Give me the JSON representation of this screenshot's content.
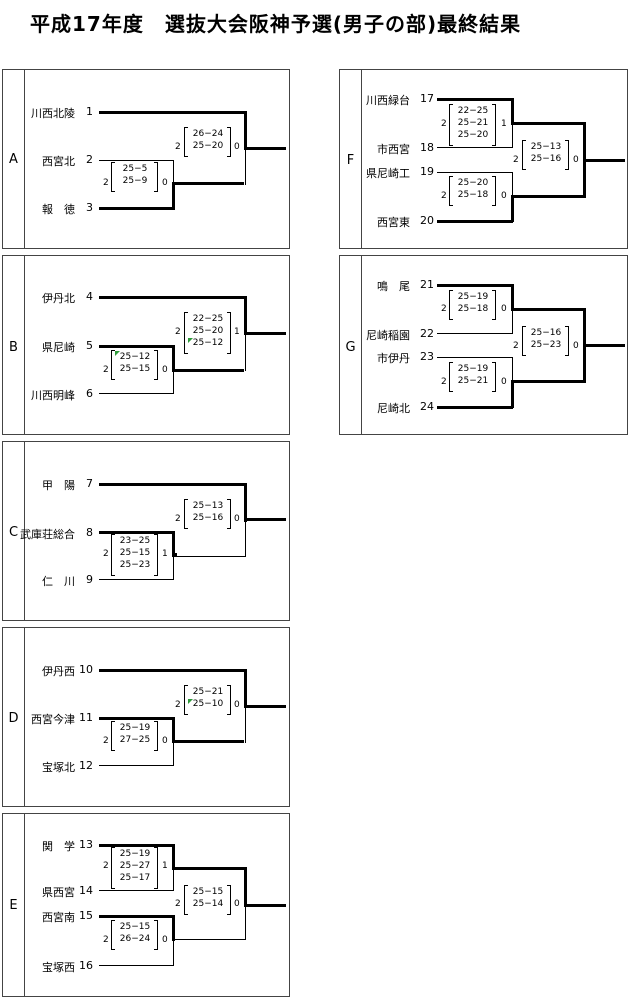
{
  "title": "平成17年度　選抜大会阪神予選(男子の部)最終結果",
  "blocks": {
    "A": {
      "letter": "A",
      "teams": [
        {
          "name": "川西北陵",
          "seed": "1"
        },
        {
          "name": "西宮北",
          "seed": "2"
        },
        {
          "name": "報　徳",
          "seed": "3"
        }
      ],
      "match1": {
        "lscore": "2",
        "scores": [
          "25−5",
          "25−9"
        ],
        "rscore": "0"
      },
      "match2": {
        "lscore": "2",
        "scores": [
          "26−24",
          "25−20"
        ],
        "rscore": "0"
      }
    },
    "B": {
      "letter": "B",
      "teams": [
        {
          "name": "伊丹北",
          "seed": "4"
        },
        {
          "name": "県尼崎",
          "seed": "5"
        },
        {
          "name": "川西明峰",
          "seed": "6"
        }
      ],
      "match1": {
        "lscore": "2",
        "scores": [
          "25−12",
          "25−15"
        ],
        "rscore": "0"
      },
      "match2": {
        "lscore": "2",
        "scores": [
          "22−25",
          "25−20",
          "25−12"
        ],
        "rscore": "1"
      }
    },
    "C": {
      "letter": "C",
      "teams": [
        {
          "name": "甲　陽",
          "seed": "7"
        },
        {
          "name": "武庫荘総合",
          "seed": "8"
        },
        {
          "name": "仁　川",
          "seed": "9"
        }
      ],
      "match1": {
        "lscore": "2",
        "scores": [
          "23−25",
          "25−15",
          "25−23"
        ],
        "rscore": "1"
      },
      "match2": {
        "lscore": "2",
        "scores": [
          "25−13",
          "25−16"
        ],
        "rscore": "0"
      }
    },
    "D": {
      "letter": "D",
      "teams": [
        {
          "name": "伊丹西",
          "seed": "10"
        },
        {
          "name": "西宮今津",
          "seed": "11"
        },
        {
          "name": "宝塚北",
          "seed": "12"
        }
      ],
      "match1": {
        "lscore": "2",
        "scores": [
          "25−19",
          "27−25"
        ],
        "rscore": "0"
      },
      "match2": {
        "lscore": "2",
        "scores": [
          "25−21",
          "25−10"
        ],
        "rscore": "0"
      }
    },
    "E": {
      "letter": "E",
      "teams": [
        {
          "name": "関　学",
          "seed": "13"
        },
        {
          "name": "県西宮",
          "seed": "14"
        },
        {
          "name": "西宮南",
          "seed": "15"
        },
        {
          "name": "宝塚西",
          "seed": "16"
        }
      ],
      "match1": {
        "lscore": "2",
        "scores": [
          "25−19",
          "25−27",
          "25−17"
        ],
        "rscore": "1"
      },
      "match2": {
        "lscore": "2",
        "scores": [
          "25−15",
          "26−24"
        ],
        "rscore": "0"
      },
      "final": {
        "lscore": "2",
        "scores": [
          "25−15",
          "25−14"
        ],
        "rscore": "0"
      }
    },
    "F": {
      "letter": "F",
      "teams": [
        {
          "name": "川西緑台",
          "seed": "17"
        },
        {
          "name": "市西宮",
          "seed": "18"
        },
        {
          "name": "県尼崎工",
          "seed": "19"
        },
        {
          "name": "西宮東",
          "seed": "20"
        }
      ],
      "match1": {
        "lscore": "2",
        "scores": [
          "22−25",
          "25−21",
          "25−20"
        ],
        "rscore": "1"
      },
      "match2": {
        "lscore": "2",
        "scores": [
          "25−20",
          "25−18"
        ],
        "rscore": "0"
      },
      "final": {
        "lscore": "2",
        "scores": [
          "25−13",
          "25−16"
        ],
        "rscore": "0"
      }
    },
    "G": {
      "letter": "G",
      "teams": [
        {
          "name": "鳴　尾",
          "seed": "21"
        },
        {
          "name": "尼崎稲園",
          "seed": "22"
        },
        {
          "name": "市伊丹",
          "seed": "23"
        },
        {
          "name": "尼崎北",
          "seed": "24"
        }
      ],
      "match1": {
        "lscore": "2",
        "scores": [
          "25−19",
          "25−18"
        ],
        "rscore": "0"
      },
      "match2": {
        "lscore": "2",
        "scores": [
          "25−19",
          "25−21"
        ],
        "rscore": "0"
      },
      "final": {
        "lscore": "2",
        "scores": [
          "25−16",
          "25−23"
        ],
        "rscore": "0"
      }
    }
  }
}
